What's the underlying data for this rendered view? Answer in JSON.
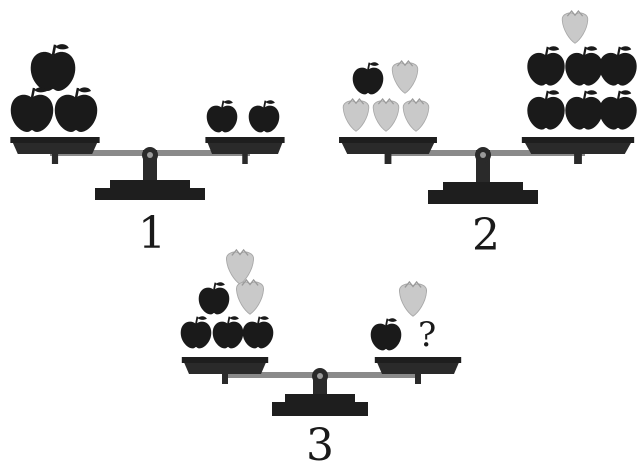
{
  "colors": {
    "ink": "#1e1e1e",
    "apple": "#1a1a1a",
    "strawberry": "#c9c9c9",
    "beam": "#8a8a8a"
  },
  "icons": {
    "apple": "apple-icon",
    "strawberry": "strawberry-icon"
  },
  "scales": [
    {
      "label": "1",
      "left_pan": {
        "apples": 3,
        "strawberries": 0
      },
      "right_pan": {
        "apples": 2,
        "strawberries": 0
      }
    },
    {
      "label": "2",
      "left_pan": {
        "apples": 1,
        "strawberries": 4
      },
      "right_pan": {
        "apples": 6,
        "strawberries": 1
      }
    },
    {
      "label": "3",
      "left_pan": {
        "apples": 4,
        "strawberries": 2
      },
      "right_pan": {
        "apples": 1,
        "strawberries": 1,
        "unknown": "?"
      }
    }
  ]
}
